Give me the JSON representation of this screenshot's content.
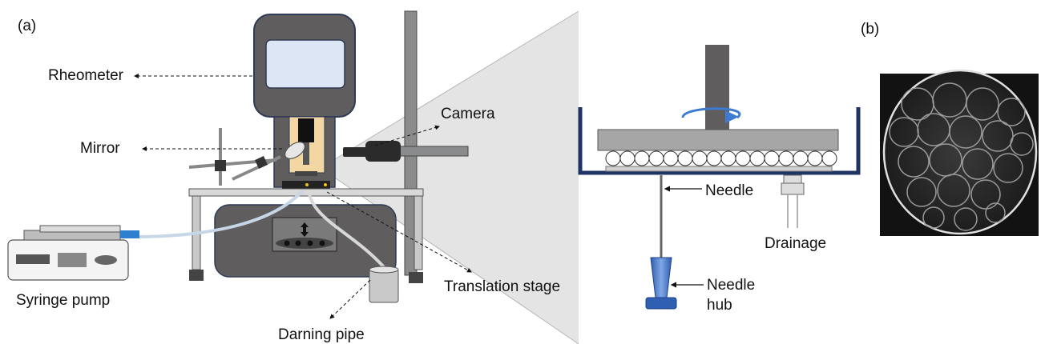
{
  "panel_labels": {
    "a": "(a)",
    "b": "(b)"
  },
  "labels": {
    "rheometer": "Rheometer",
    "mirror": "Mirror",
    "camera": "Camera",
    "syringe_pump": "Syringe pump",
    "darning_pipe": "Darning pipe",
    "translation_stage": "Translation stage",
    "needle": "Needle",
    "needle_hub_line1": "Needle",
    "needle_hub_line2": "hub",
    "drainage": "Drainage"
  },
  "colors": {
    "instrument_body": "#5f5d5e",
    "instrument_outline": "#2f3a56",
    "screen": "#dce6f4",
    "sample_chamber": "#f2d7a2",
    "stand_rod": "#8a8b8d",
    "tube": "#c7d6e6",
    "needle_hub_blue": "#4d7fce",
    "rotation_arrow": "#3d7bd0",
    "cell_frame": "#1f3464",
    "micrograph_bg": "#121212"
  }
}
